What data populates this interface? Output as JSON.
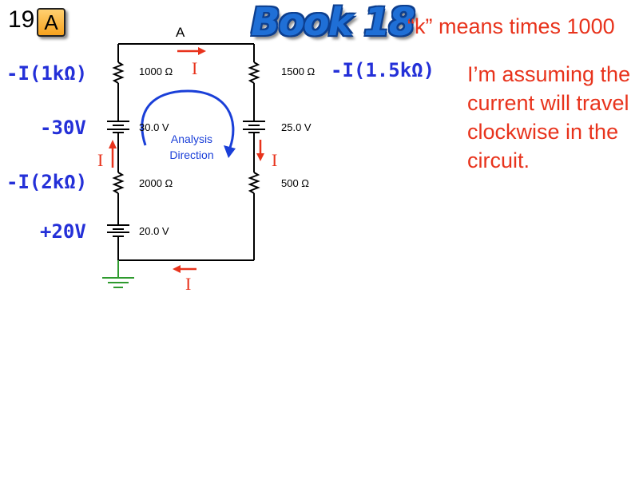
{
  "slide": {
    "number": "19",
    "badge": "A"
  },
  "header": {
    "title": "Book 18",
    "subtitle": "“k” means times 1000"
  },
  "note": "I’m assuming the current will travel clockwise in the circuit.",
  "node_label": "A",
  "current_symbol": "I",
  "analysis_direction": {
    "line1": "Analysis",
    "line2": "Direction"
  },
  "components": {
    "r_top_left": "1000 Ω",
    "r_top_right": "1500 Ω",
    "batt_left_top": "30.0 V",
    "batt_right": "25.0 V",
    "r_bottom_left": "2000 Ω",
    "r_bottom_right": "500 Ω",
    "batt_left_bottom": "20.0 V"
  },
  "equation_terms": {
    "r1k": "-I(1kΩ)",
    "r1_5k": "-I(1.5kΩ)",
    "v30": "-30V",
    "r2k": "-I(2kΩ)",
    "v20": "+20V"
  },
  "colors": {
    "red": "#e8331c",
    "blue": "#2430d8",
    "ground": "#2e9a2e",
    "title": "#1f6fd6"
  }
}
